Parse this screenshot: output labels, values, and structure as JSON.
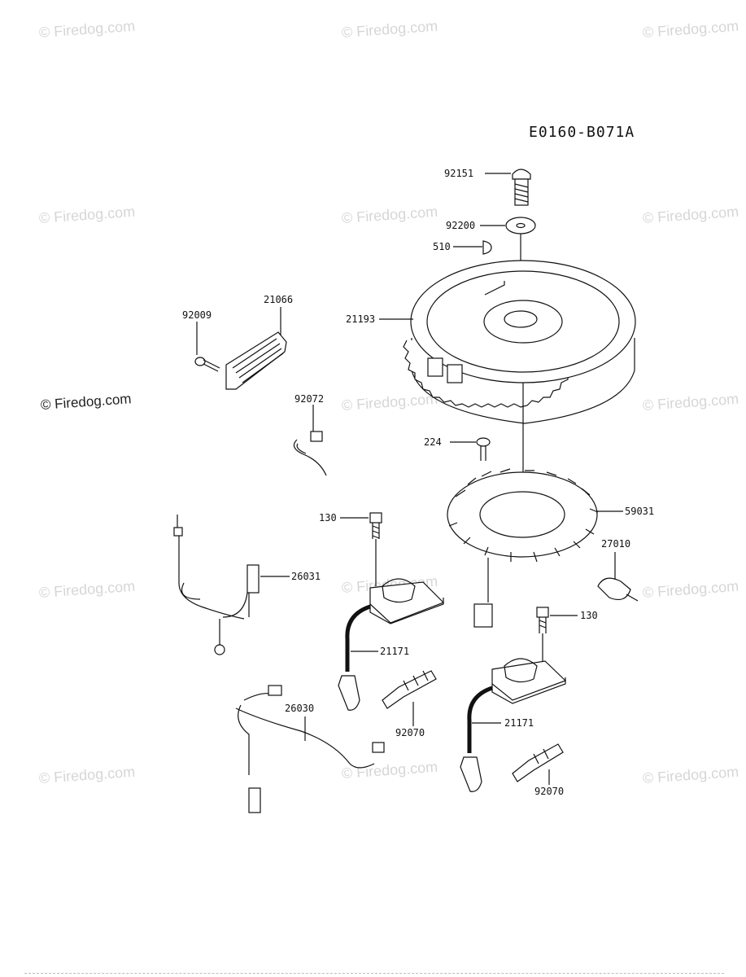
{
  "diagram_code": "E0160-B071A",
  "watermark": "© Firedog.com",
  "parts": [
    {
      "id": "p-92151",
      "label": "92151",
      "name": "bolt"
    },
    {
      "id": "p-92200",
      "label": "92200",
      "name": "washer"
    },
    {
      "id": "p-510",
      "label": "510",
      "name": "key"
    },
    {
      "id": "p-21193",
      "label": "21193",
      "name": "flywheel"
    },
    {
      "id": "p-92009",
      "label": "92009",
      "name": "screw"
    },
    {
      "id": "p-21066",
      "label": "21066",
      "name": "regulator"
    },
    {
      "id": "p-92072",
      "label": "92072",
      "name": "band"
    },
    {
      "id": "p-224",
      "label": "224",
      "name": "screw"
    },
    {
      "id": "p-59031",
      "label": "59031",
      "name": "stator"
    },
    {
      "id": "p-130a",
      "label": "130",
      "name": "bolt"
    },
    {
      "id": "p-26031",
      "label": "26031",
      "name": "wire-lead"
    },
    {
      "id": "p-27010",
      "label": "27010",
      "name": "switch"
    },
    {
      "id": "p-130b",
      "label": "130",
      "name": "bolt"
    },
    {
      "id": "p-21171a",
      "label": "21171",
      "name": "ignition-coil"
    },
    {
      "id": "p-26030",
      "label": "26030",
      "name": "wire-lead"
    },
    {
      "id": "p-92070a",
      "label": "92070",
      "name": "spark-plug"
    },
    {
      "id": "p-21171b",
      "label": "21171",
      "name": "ignition-coil"
    },
    {
      "id": "p-92070b",
      "label": "92070",
      "name": "spark-plug"
    }
  ]
}
